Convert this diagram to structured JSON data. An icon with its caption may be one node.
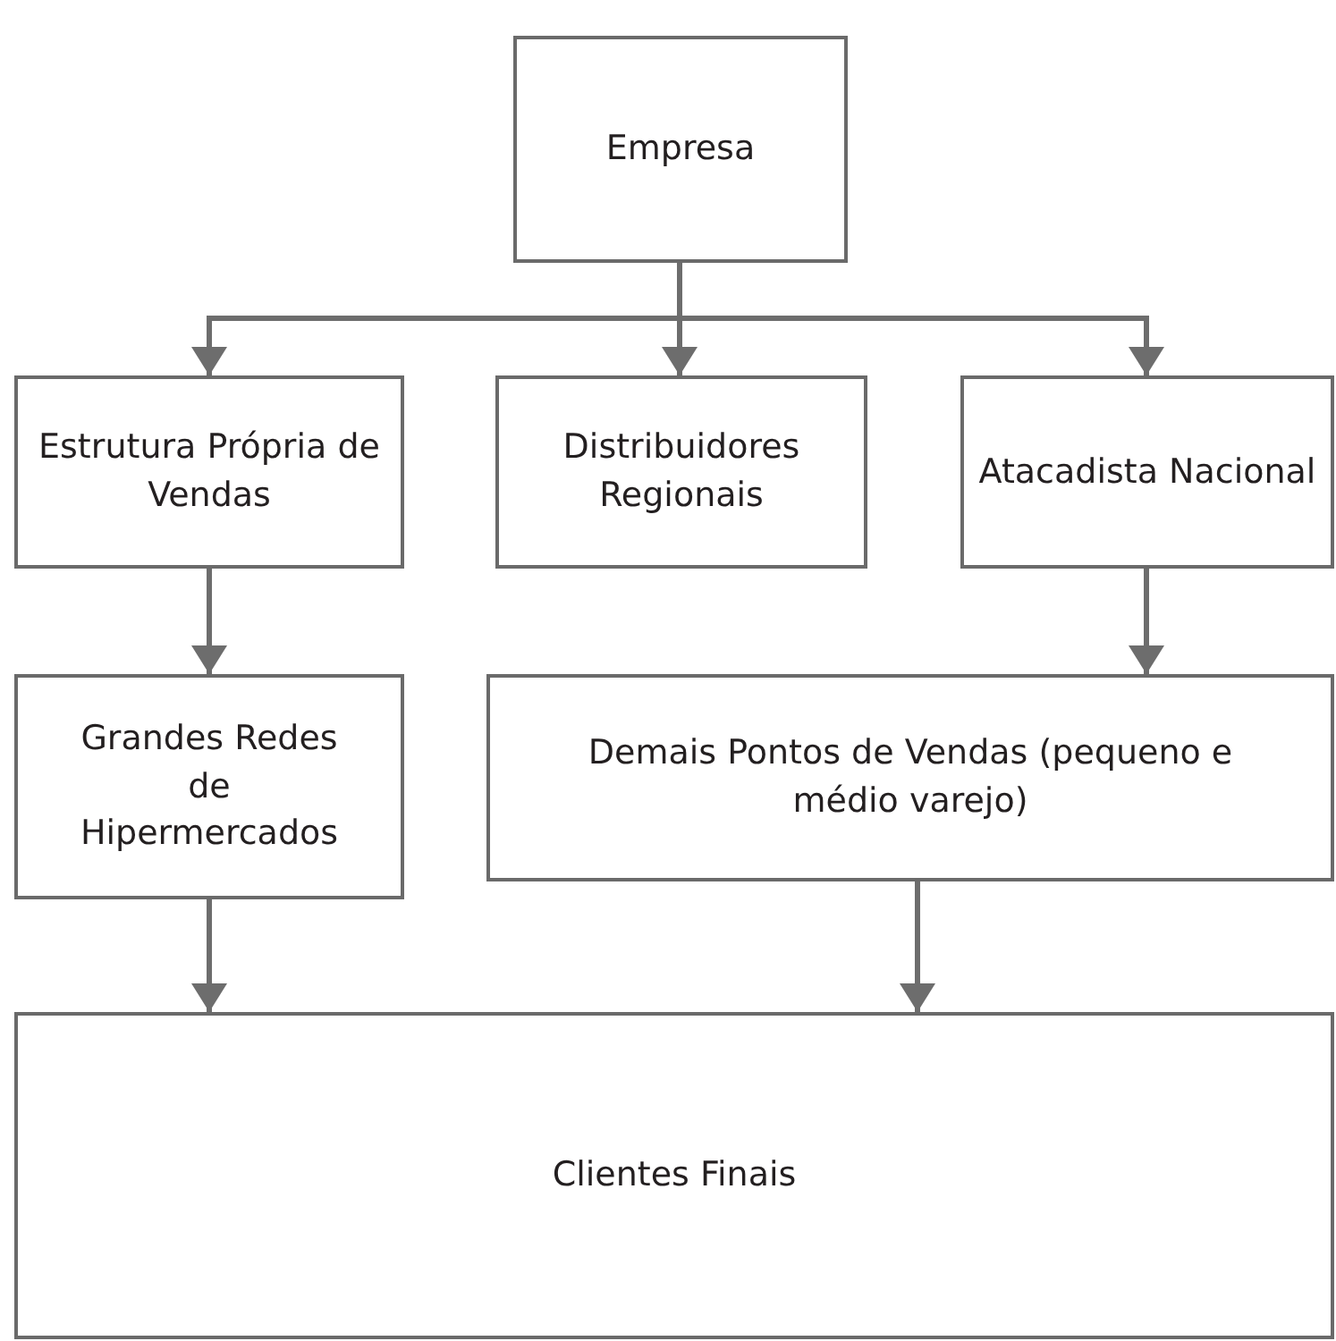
{
  "diagram": {
    "nodes": [
      {
        "text": [
          "Empresa"
        ]
      },
      {
        "text": [
          "Estrutura Própria de Vendas"
        ]
      },
      {
        "text": [
          "Distribuidores Regionais"
        ]
      },
      {
        "text": [
          "Atacadista Nacional"
        ]
      },
      {
        "text": [
          "Grandes Redes de Hipermercados"
        ]
      },
      {
        "text": [
          "Demais Pontos de Vendas (pequeno e médio varejo)"
        ]
      },
      {
        "text": [
          "Clientes Finais"
        ]
      }
    ],
    "edges": [
      {
        "from": 0,
        "to": 1,
        "arrow": "to"
      },
      {
        "from": 0,
        "to": 2,
        "arrow": "to"
      },
      {
        "from": 0,
        "to": 3,
        "arrow": "to"
      },
      {
        "from": 1,
        "to": 4,
        "arrow": "to"
      },
      {
        "from": 3,
        "to": 5,
        "arrow": "to"
      },
      {
        "from": 4,
        "to": 6,
        "arrow": "to"
      },
      {
        "from": 5,
        "to": 6,
        "arrow": "to"
      }
    ]
  }
}
